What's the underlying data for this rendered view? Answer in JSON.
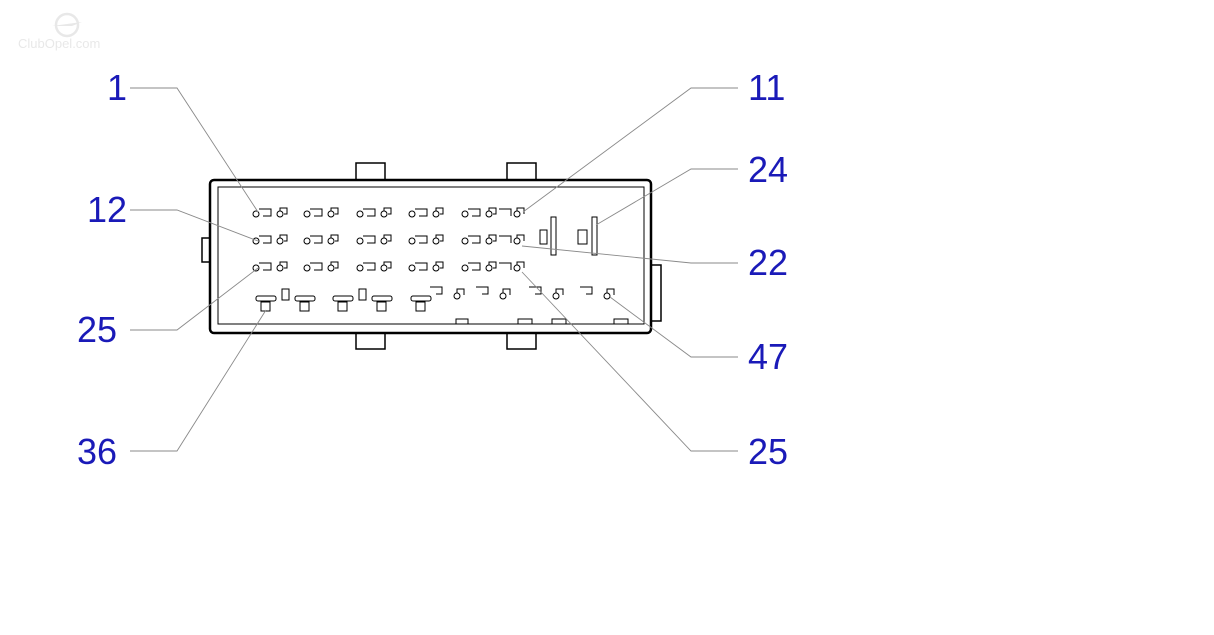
{
  "watermark": {
    "logo": "opel-logo",
    "text": "ClubOpel.com"
  },
  "colors": {
    "label": "#1a1ab8",
    "line": "#000000",
    "leader": "#8a8a8a",
    "watermark": "#d6d6d6"
  },
  "labels": {
    "left": [
      "1",
      "12",
      "25",
      "36"
    ],
    "right": [
      "11",
      "24",
      "22",
      "47",
      "25"
    ]
  }
}
